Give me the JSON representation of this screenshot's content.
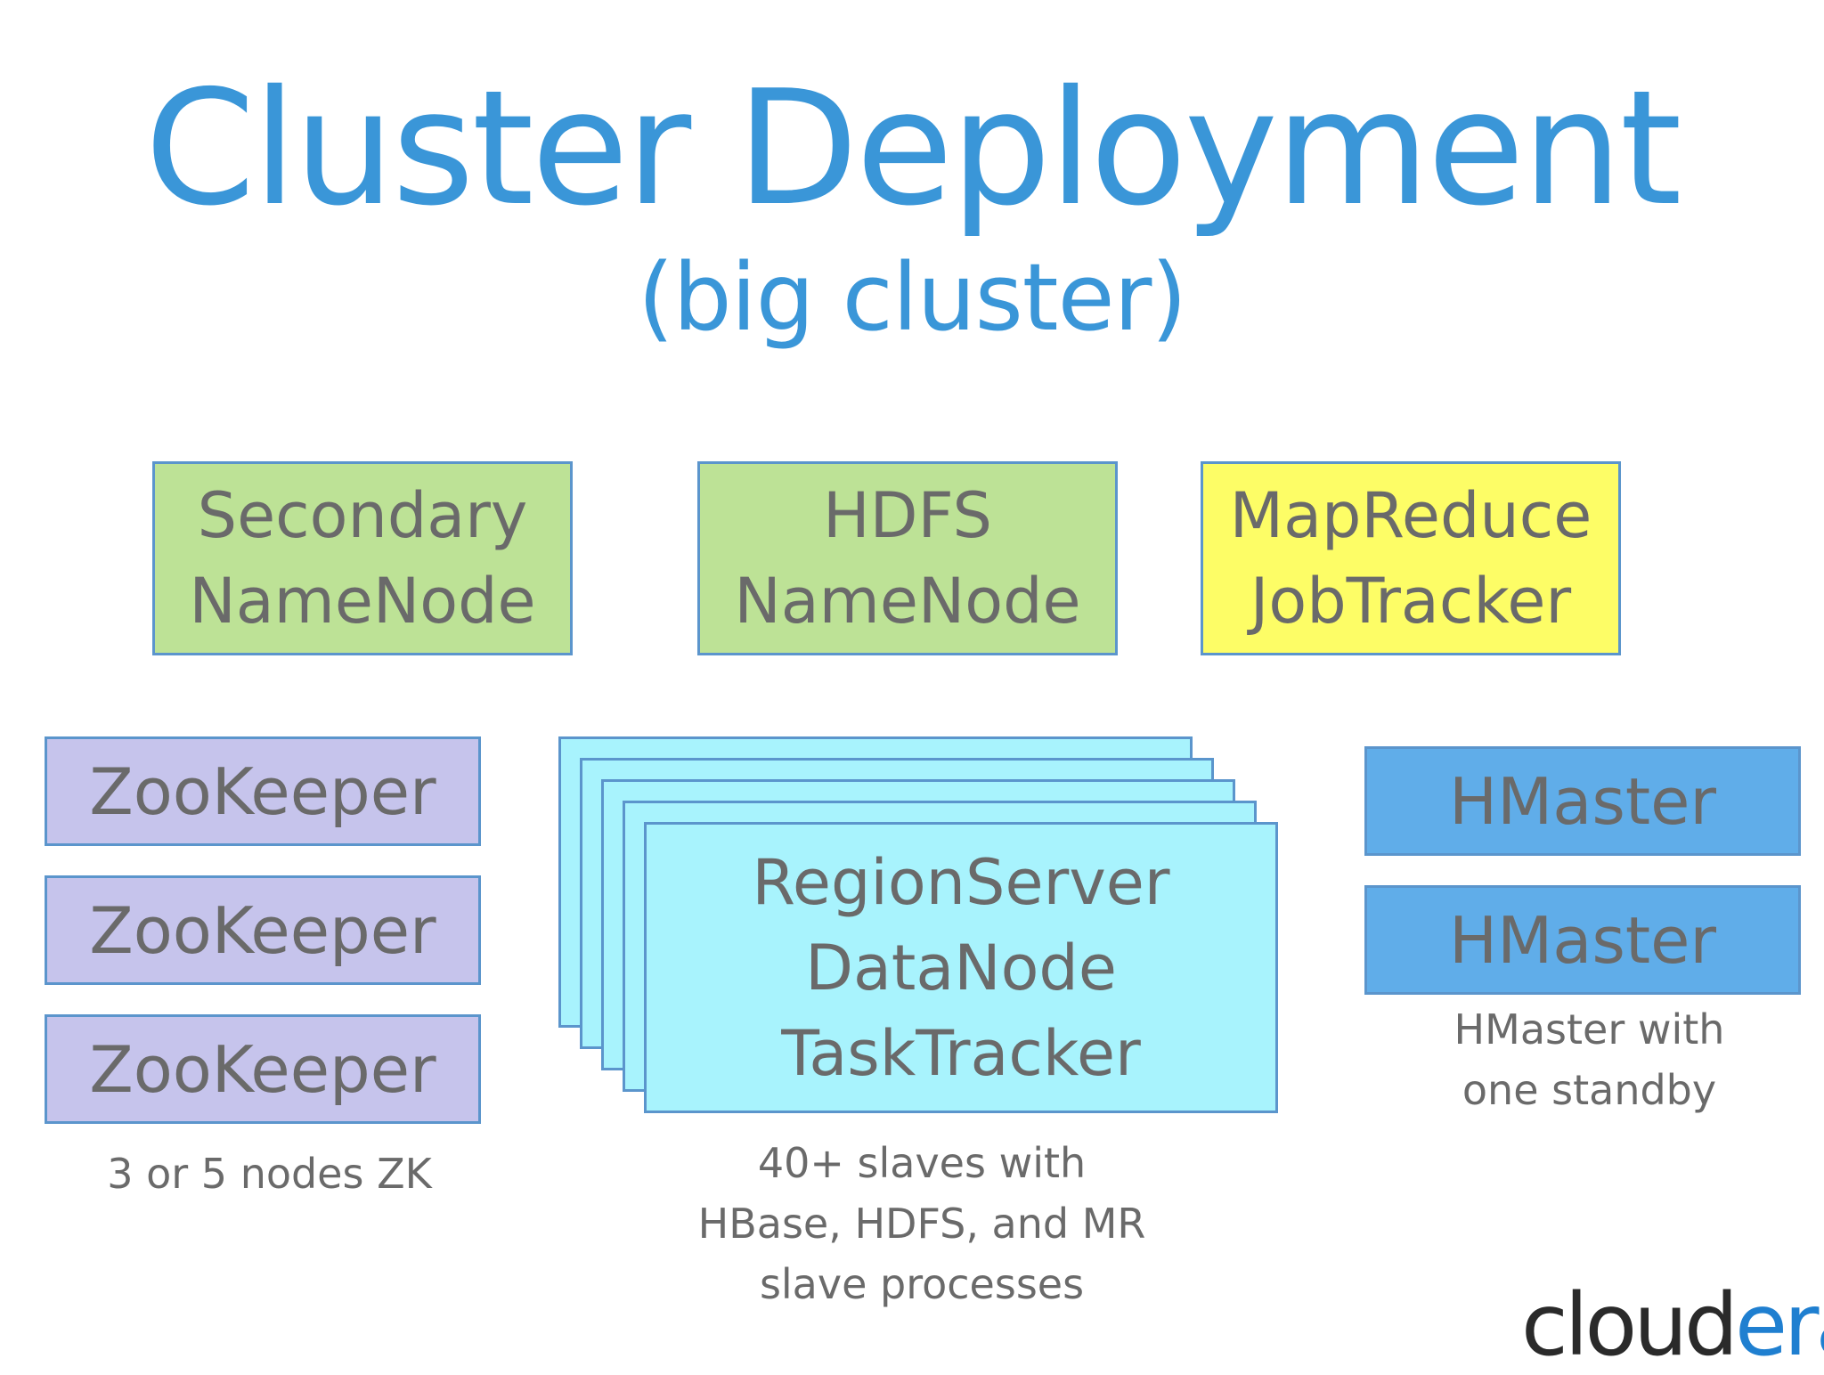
{
  "title": "Cluster Deployment",
  "subtitle": "(big cluster)",
  "boxes": {
    "secondary_namenode": {
      "line1": "Secondary",
      "line2": "NameNode"
    },
    "hdfs_namenode": {
      "line1": "HDFS",
      "line2": "NameNode"
    },
    "mapreduce_jobtracker": {
      "line1": "MapReduce",
      "line2": "JobTracker"
    },
    "zookeepers": [
      "ZooKeeper",
      "ZooKeeper",
      "ZooKeeper"
    ],
    "slave": {
      "line1": "RegionServer",
      "line2": "DataNode",
      "line3": "TaskTracker"
    },
    "hmasters": [
      "HMaster",
      "HMaster"
    ]
  },
  "captions": {
    "zk": "3 or 5 nodes ZK",
    "slaves_1": "40+ slaves with",
    "slaves_2": "HBase, HDFS, and MR",
    "slaves_3": "slave processes",
    "hmaster_1": "HMaster with",
    "hmaster_2": "one standby"
  },
  "logo": {
    "part1": "cloud",
    "part2": "era"
  },
  "colors": {
    "title": "#3a96d8",
    "green_box": "#bde296",
    "yellow_box": "#fdfd66",
    "zookeeper_box": "#c6c4ec",
    "slave_box": "#a8f3fd",
    "hmaster_box": "#60ade9",
    "border": "#5b95cc",
    "text": "#6a6a6a"
  },
  "icons": {
    "logo": "cloudera-logo"
  }
}
